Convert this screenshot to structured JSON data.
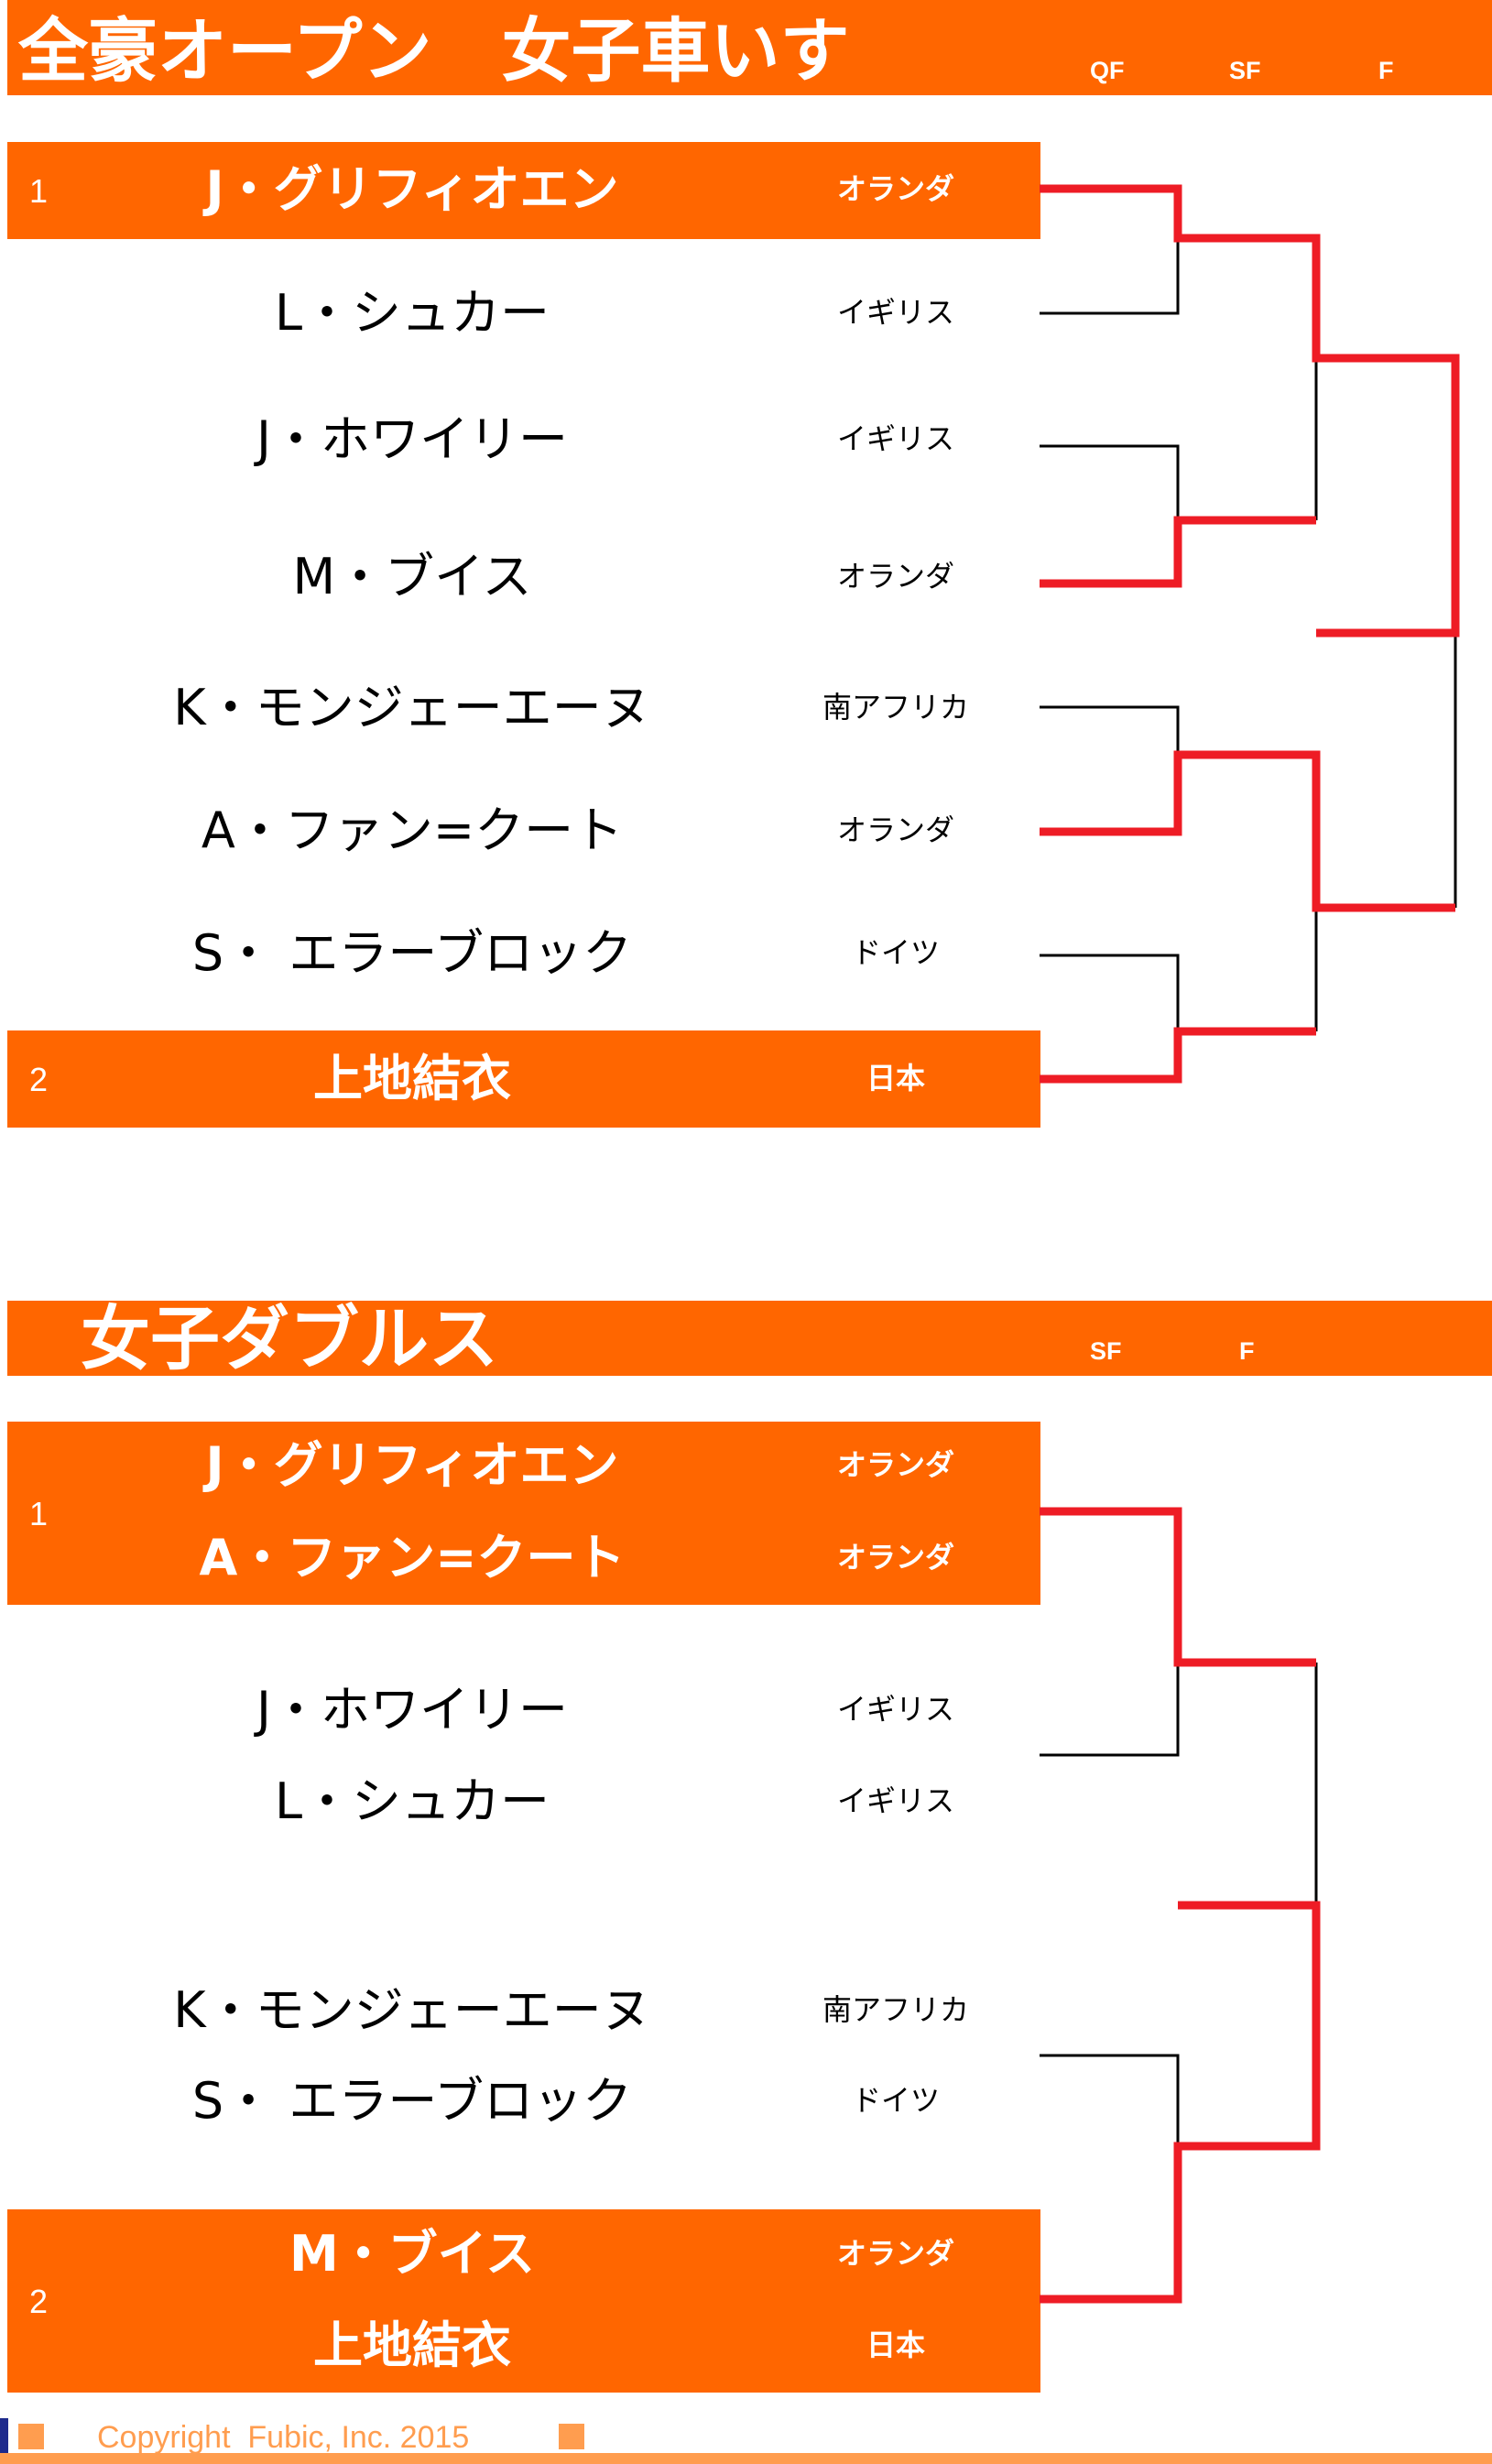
{
  "colors": {
    "accent": "#FF6600",
    "winner_line": "#EE1C25",
    "line": "#000000",
    "footer_text": "#FF9D4F",
    "footer_marker": "#1E2A8C"
  },
  "singles": {
    "title": "全豪オープン　女子車いす",
    "rounds": [
      "QF",
      "SF",
      "F"
    ],
    "players": [
      {
        "seed": "1",
        "name": "J・グリフィオエン",
        "country": "オランダ"
      },
      {
        "seed": "",
        "name": "L・シュカー",
        "country": "イギリス"
      },
      {
        "seed": "",
        "name": "J・ホワイリー",
        "country": "イギリス"
      },
      {
        "seed": "",
        "name": "M・ブイス",
        "country": "オランダ"
      },
      {
        "seed": "",
        "name": "K・モンジェーエーヌ",
        "country": "南アフリカ"
      },
      {
        "seed": "",
        "name": "A・ファン=クート",
        "country": "オランダ"
      },
      {
        "seed": "",
        "name": "S・ エラーブロック",
        "country": "ドイツ"
      },
      {
        "seed": "2",
        "name": "上地結衣",
        "country": "日本"
      }
    ]
  },
  "doubles": {
    "title": "女子ダブルス",
    "rounds": [
      "SF",
      "F"
    ],
    "teams": [
      {
        "seed": "1",
        "players": [
          {
            "name": "J・グリフィオエン",
            "country": "オランダ"
          },
          {
            "name": "A・ファン=クート",
            "country": "オランダ"
          }
        ]
      },
      {
        "seed": "",
        "players": [
          {
            "name": "J・ホワイリー",
            "country": "イギリス"
          },
          {
            "name": "L・シュカー",
            "country": "イギリス"
          }
        ]
      },
      {
        "seed": "",
        "players": [
          {
            "name": "K・モンジェーエーヌ",
            "country": "南アフリカ"
          },
          {
            "name": "S・ エラーブロック",
            "country": "ドイツ"
          }
        ]
      },
      {
        "seed": "2",
        "players": [
          {
            "name": "M・ブイス",
            "country": "オランダ"
          },
          {
            "name": "上地結衣",
            "country": "日本"
          }
        ]
      }
    ]
  },
  "footer": {
    "copyright": "Copyright  Fubic, Inc. 2015"
  }
}
